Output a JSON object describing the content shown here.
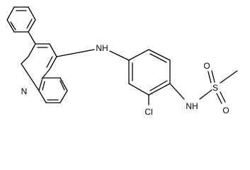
{
  "atoms": {
    "amine_nh": "NH",
    "ring_n": "N",
    "chloro": "Cl",
    "sulfonamide_nh": "NH",
    "sulfur": "S",
    "oxygen_top": "O",
    "oxygen_bottom": "O"
  },
  "colors": {
    "bond": "#000000",
    "label": "#000000",
    "background": "#ffffff"
  }
}
